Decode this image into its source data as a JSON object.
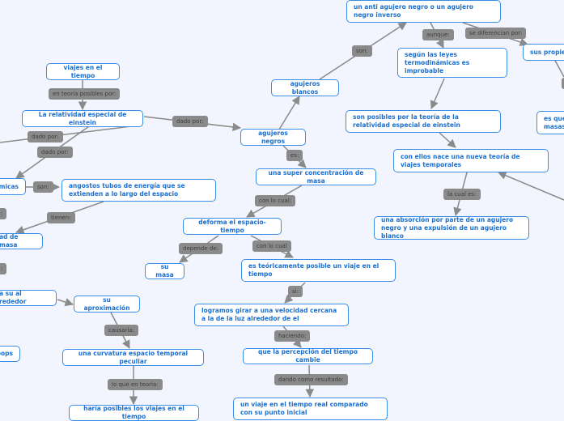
{
  "diagram": {
    "title": "viajes en el tiempo",
    "colors": {
      "background": "#f2f5fd",
      "node_border": "#3a8ee6",
      "node_text": "#1a6fd0",
      "label_bg": "#8a8a8a",
      "edge": "#8a8a8a"
    },
    "nodes": {
      "viajes": "viajes en el tiempo",
      "relatividad": "La relatividad especial de einstein",
      "agujeros_negros": "agujeros negros",
      "agujeros_blancos": "agujeros blancos",
      "anti_agujero": "un anti agujero negro o un agujero negro inverso",
      "segun_leyes": "según las leyes termodinámicas es improbable",
      "sus_propiedades": "sus propiedades",
      "son_posibles": "son posibles por la teoría de la relatividad especial de einstein",
      "es_que_masas": "es que masas",
      "nueva_teoria": "con ellos nace una nueva teoría de viajes temporales",
      "absorcion": "una absorción por parte de un agujero negro y una expulsión de un agujero blanco",
      "super_concentracion": "una super concentración de masa",
      "deforma": "deforma el espacio-tiempo",
      "su_masa": "su masa",
      "teoricamente": "es teóricamente posible un viaje en el tiempo",
      "logramos": "logramos girar a una velocidad cercana a la de la luz alrededor de el",
      "percepcion": "que la percepción del tiempo cambie",
      "viaje_real": "un viaje en el tiempo real comparado con su punto inicial",
      "cuerdas": "micas",
      "tubos": "angostos tubos de energía que se extienden a lo largo del espacio",
      "densidad": "ad de masa",
      "alrededor": "a su al rededor",
      "aproximacion": "su aproximación",
      "curvatura": "una curvatura espacio temporal peculiar",
      "haria": "haría posibles los viajes en el tiempo",
      "loops": "oops"
    },
    "labels": {
      "teoria_posibles": "en teoría posibles por:",
      "dado_por_1": "dado por:",
      "dado_por_2": "dado por:",
      "dado_por_3": "dado por:",
      "son_1": "son:",
      "aunque": "aunque:",
      "se_diferencian": "se diferencian por:",
      "es": "es:",
      "con_lo_cual_1": "con lo cual:",
      "depende": "depende de:",
      "con_lo_cual_2": "con lo cual",
      "si": "si:",
      "haciendo": "haciendo:",
      "dando": "dando como resultado:",
      "la_cual_es": "la cual es:",
      "son_2": "son:",
      "tienen": "tienen:",
      "causaria": "causaría:",
      "lo_que": "lo que en teoría:",
      "partial_1": ":",
      "partial_2": ":"
    }
  }
}
